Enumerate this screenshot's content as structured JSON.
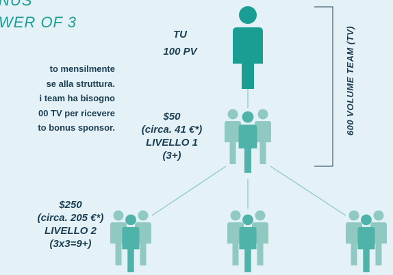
{
  "heading": {
    "line1": "NUS",
    "line2": "WER OF 3"
  },
  "description": {
    "lines": [
      "to mensilmente",
      "se alla struttura.",
      "i team ha bisogno",
      "00 TV per ricevere",
      "to bonus sponsor."
    ]
  },
  "you": {
    "line1": "TU",
    "line2": "100 PV"
  },
  "level1": {
    "amount": "$50",
    "eur": "(circa. 41 €*)",
    "name": "LIVELLO 1",
    "count": "(3+)"
  },
  "level2": {
    "amount": "$250",
    "eur": "(circa. 205 €*)",
    "name": "LIVELLO 2",
    "count": "(3x3=9+)"
  },
  "team_volume_label": "600 VOLUME TEAM (TV)",
  "colors": {
    "background": "#e4f1f7",
    "teal_dark": "#1a9e93",
    "teal_mid": "#4fb3a9",
    "teal_light": "#8fc9c2",
    "text": "#1a3d52"
  },
  "icons": [
    "person-icon",
    "group-icon"
  ]
}
